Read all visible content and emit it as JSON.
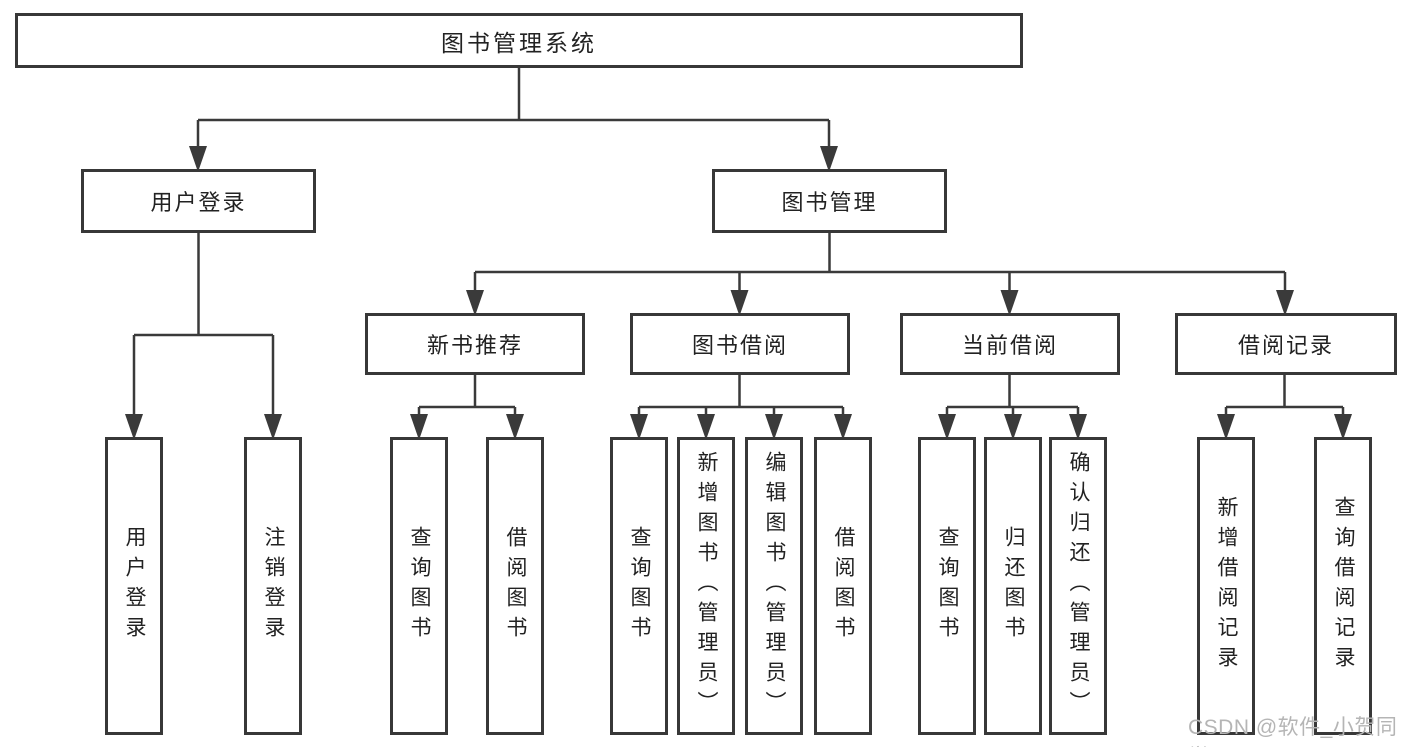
{
  "colors": {
    "background": "#ffffff",
    "line": "#3a3a3a",
    "box_border": "#383838",
    "box_fill": "#ffffff",
    "text": "#222222",
    "watermark": "#b5b5b5"
  },
  "watermark": {
    "text": "CSDN @软件_小贺同学"
  },
  "tree": {
    "label": "图书管理系统",
    "children": [
      {
        "label": "用户登录",
        "children": [
          {
            "label": "用户登录"
          },
          {
            "label": "注销登录"
          }
        ]
      },
      {
        "label": "图书管理",
        "children": [
          {
            "label": "新书推荐",
            "children": [
              {
                "label": "查询图书"
              },
              {
                "label": "借阅图书"
              }
            ]
          },
          {
            "label": "图书借阅",
            "children": [
              {
                "label": "查询图书"
              },
              {
                "label": "新增图书（管理员）"
              },
              {
                "label": "编辑图书（管理员）"
              },
              {
                "label": "借阅图书"
              }
            ]
          },
          {
            "label": "当前借阅",
            "children": [
              {
                "label": "查询图书"
              },
              {
                "label": "归还图书"
              },
              {
                "label": "确认归还（管理员）"
              }
            ]
          },
          {
            "label": "借阅记录",
            "children": [
              {
                "label": "新增借阅记录"
              },
              {
                "label": "查询借阅记录"
              }
            ]
          }
        ]
      }
    ]
  }
}
